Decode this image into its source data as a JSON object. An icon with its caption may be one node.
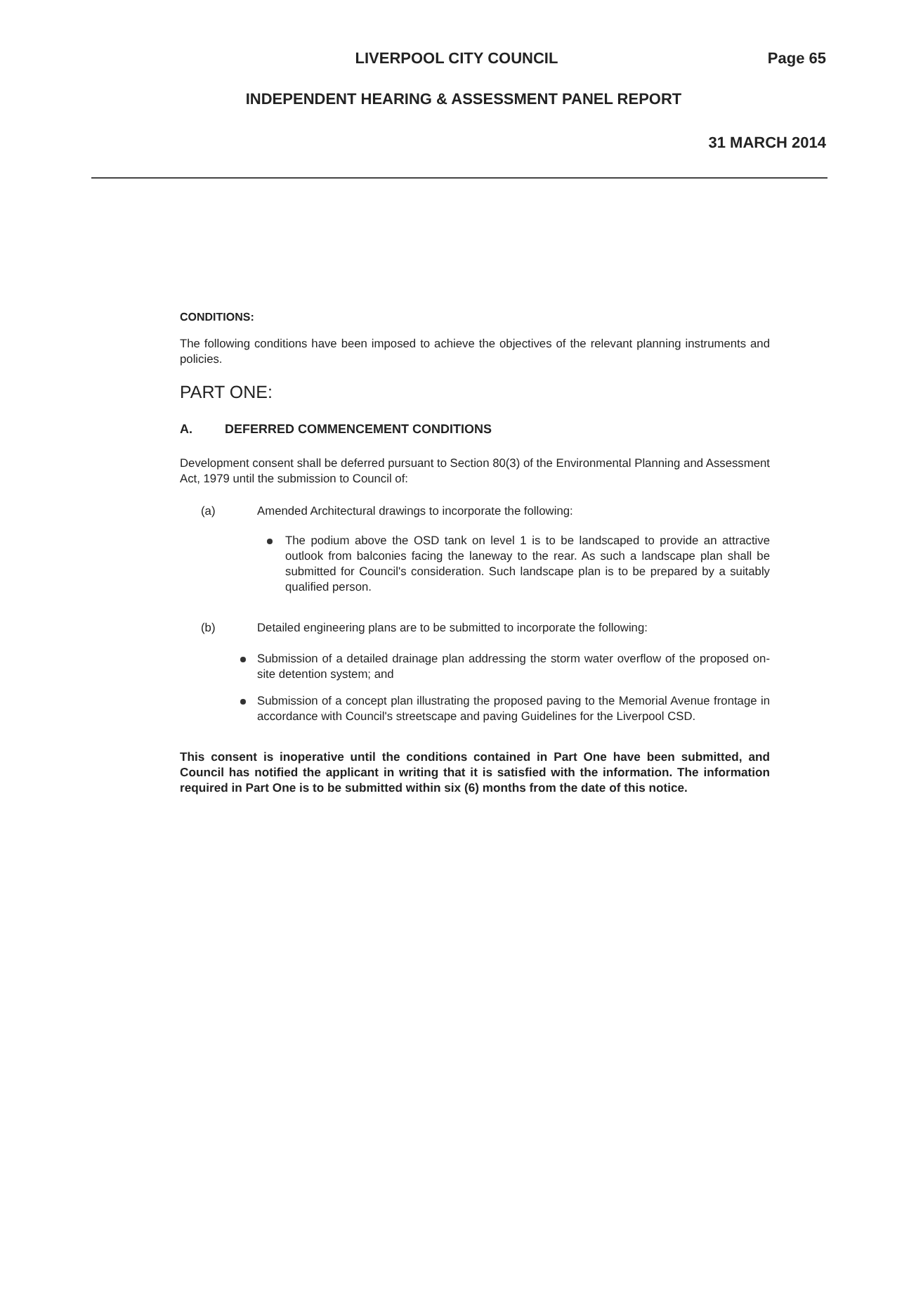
{
  "diagram": {
    "labels": [
      "LIVERPOOL CITY COUNCIL",
      "Page 65",
      "INDEPENDENT HEARING & ASSESSMENT PANEL REPORT",
      "31 MARCH 2014",
      "CONDITIONS:",
      "The following conditions have been imposed to achieve the objectives of the relevant planning instruments and policies.",
      "PART ONE:",
      "A.",
      "DEFERRED COMMENCEMENT CONDITIONS",
      "Development consent shall be deferred pursuant to Section 80(3) of the Environmental Planning and Assessment Act, 1979 until the submission to Council of:",
      "(a)",
      "Amended Architectural drawings to incorporate the following:",
      "The podium above the OSD tank on level 1 is to be landscaped to provide an attractive outlook from balconies facing the laneway to the rear. As such a landscape plan shall be submitted for Council's consideration. Such landscape plan is to be prepared by a suitably qualified person.",
      "(b)",
      "Detailed engineering plans are to be submitted to incorporate the following:",
      "Submission of a detailed drainage plan addressing the storm water overflow of the proposed on-site detention system; and",
      "Submission of a concept plan illustrating the proposed paving to the Memorial Avenue frontage in accordance with Council's streetscape and paving Guidelines for the Liverpool CSD.",
      "This consent is inoperative until the conditions contained in Part One have been submitted, and Council has notified the applicant in writing that it is satisfied with the information. The information required in Part One is to be submitted within six (6) months from the date of this notice."
    ]
  }
}
